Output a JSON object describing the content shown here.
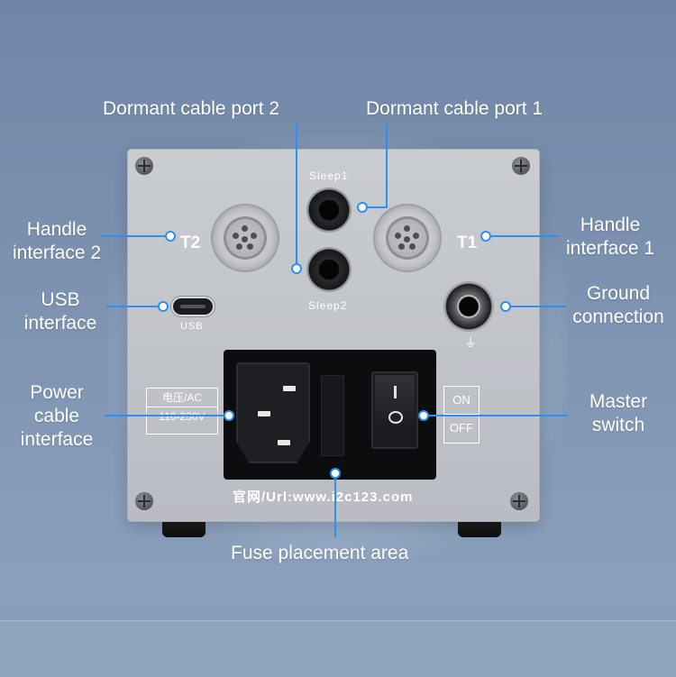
{
  "callouts": {
    "dormant_port_2": "Dormant cable port  2",
    "dormant_port_1": "Dormant cable port 1",
    "handle_2_line1": "Handle",
    "handle_2_line2": "interface 2",
    "handle_1_line1": "Handle",
    "handle_1_line2": "interface 1",
    "usb_line1": "USB",
    "usb_line2": "interface",
    "ground_line1": "Ground",
    "ground_line2": "connection",
    "power_line1": "Power",
    "power_line2": "cable",
    "power_line3": "interface",
    "master_line1": "Master",
    "master_line2": "switch",
    "fuse": "Fuse placement area"
  },
  "panel_print": {
    "sleep1": "Sleep1",
    "sleep2": "Sleep2",
    "t1": "T1",
    "t2": "T2",
    "usb": "USB",
    "voltage_head": "电压/AC",
    "voltage_range": "110-230V",
    "on": "ON",
    "off": "OFF",
    "url": "官网/Url:www.i2c123.com"
  },
  "colors": {
    "background": "#7a90ae",
    "leader_line": "#2f8ff0",
    "panel": "#c2c5ca"
  }
}
